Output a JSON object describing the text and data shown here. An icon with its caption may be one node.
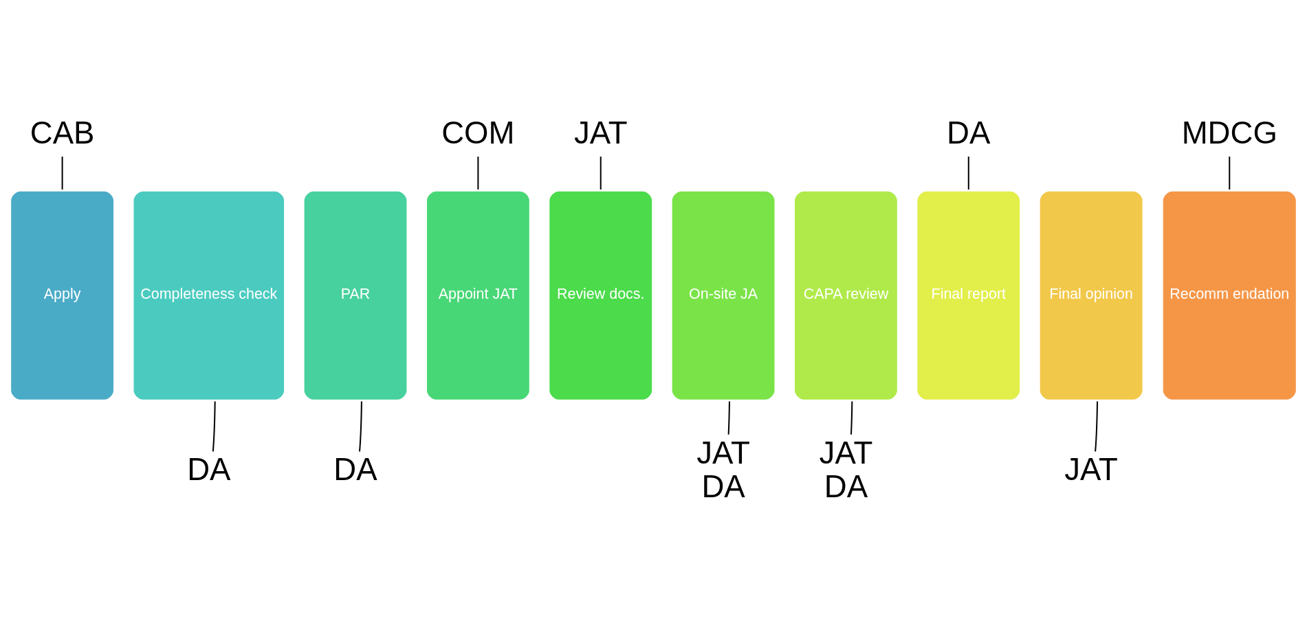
{
  "diagram": {
    "nodes": [
      {
        "text": [
          "Apply"
        ]
      },
      {
        "text": [
          "Completeness check"
        ]
      },
      {
        "text": [
          "PAR"
        ]
      },
      {
        "text": [
          "Appoint JAT"
        ]
      },
      {
        "text": [
          "Review docs."
        ]
      },
      {
        "text": [
          "On-site JA"
        ]
      },
      {
        "text": [
          "CAPA review"
        ]
      },
      {
        "text": [
          "Final report"
        ]
      },
      {
        "text": [
          "Final opinion"
        ]
      },
      {
        "text": [
          "Recomm endation"
        ]
      },
      {
        "text": [
          "CAB"
        ]
      },
      {
        "text": [
          "COM"
        ]
      },
      {
        "text": [
          "JAT"
        ]
      },
      {
        "text": [
          "DA"
        ]
      },
      {
        "text": [
          "MDCG"
        ]
      },
      {
        "text": [
          "DA"
        ]
      },
      {
        "text": [
          "DA"
        ]
      },
      {
        "text": [
          "JAT",
          "DA"
        ]
      },
      {
        "text": [
          "JAT",
          "DA"
        ]
      },
      {
        "text": [
          "JAT"
        ]
      }
    ],
    "edges": [
      {
        "from": 10,
        "to": 0,
        "arrow": "none"
      },
      {
        "from": 11,
        "to": 3,
        "arrow": "none"
      },
      {
        "from": 12,
        "to": 4,
        "arrow": "none"
      },
      {
        "from": 13,
        "to": 7,
        "arrow": "none"
      },
      {
        "from": 14,
        "to": 9,
        "arrow": "none"
      },
      {
        "from": 15,
        "to": 1,
        "arrow": "none"
      },
      {
        "from": 16,
        "to": 2,
        "arrow": "none"
      },
      {
        "from": 17,
        "to": 5,
        "arrow": "none"
      },
      {
        "from": 18,
        "to": 6,
        "arrow": "none"
      },
      {
        "from": 19,
        "to": 8,
        "arrow": "none"
      }
    ]
  }
}
